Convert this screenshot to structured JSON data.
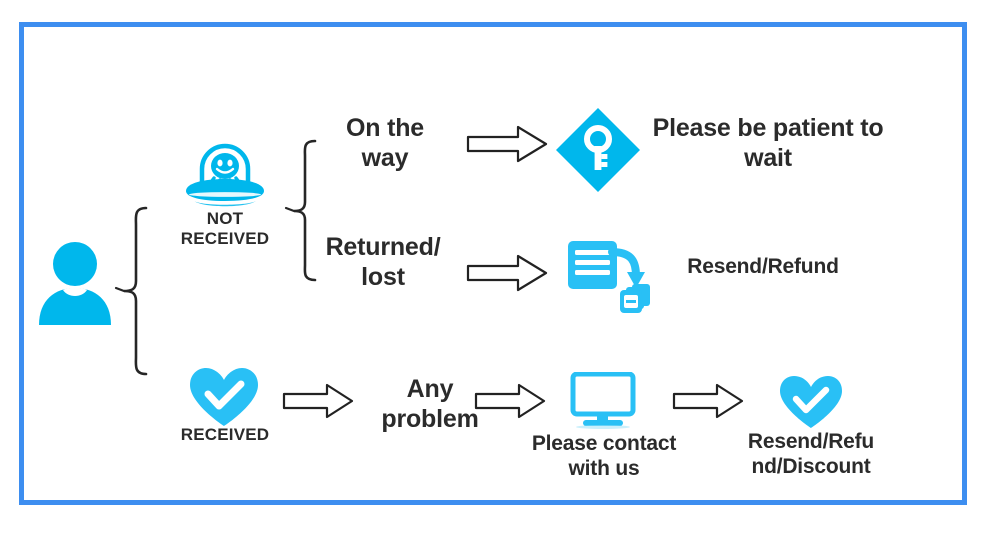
{
  "diagram": {
    "title": "Order status customer-service flow",
    "frame_color": "#3d8ef0",
    "icon_color": "#00b7ec",
    "text_color": "#2b2b2b",
    "arrow_outline_color": "#222222"
  },
  "root": {
    "icon": "person-icon",
    "label": ""
  },
  "branches": [
    {
      "id": "not-received",
      "icon": "ufo-alien-icon",
      "label": "NOT\nRECEIVED",
      "options": [
        {
          "id": "on-the-way",
          "label": "On the\nway",
          "arrow": "arrow-right-outline",
          "result_icon": "key-diamond-icon",
          "result_label": "Please be patient to\nwait"
        },
        {
          "id": "returned-lost",
          "label": "Returned/\nlost",
          "arrow": "arrow-right-outline",
          "result_icon": "document-resend-icon",
          "result_label": "Resend/Refund"
        }
      ]
    },
    {
      "id": "received",
      "icon": "heart-check-icon",
      "label": "RECEIVED",
      "steps": [
        {
          "arrow": "arrow-right-outline",
          "label": "Any\nproblem"
        },
        {
          "arrow": "arrow-right-outline",
          "icon": "monitor-icon",
          "label": "Please contact\nwith us"
        },
        {
          "arrow": "arrow-right-outline",
          "icon": "heart-check-icon",
          "label": "Resend/Refu\nnd/Discount"
        }
      ]
    }
  ]
}
